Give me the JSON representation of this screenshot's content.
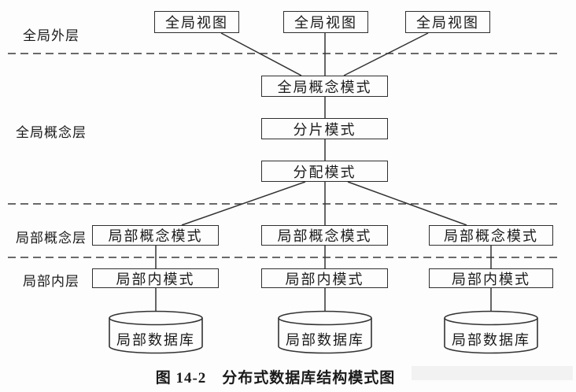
{
  "diagram": {
    "title_caption": "图 14-2　分布式数据库结构模式图",
    "layer_labels": [
      "全局外层",
      "全局概念层",
      "局部概念层",
      "局部内层"
    ],
    "global_views": [
      "全局视图",
      "全局视图",
      "全局视图"
    ],
    "global_schema_boxes": [
      "全局概念模式",
      "分片模式",
      "分配模式"
    ],
    "local_conceptual_boxes": [
      "局部概念模式",
      "局部概念模式",
      "局部概念模式"
    ],
    "local_internal_boxes": [
      "局部内模式",
      "局部内模式",
      "局部内模式"
    ],
    "local_databases": [
      "局部数据库",
      "局部数据库",
      "局部数据库"
    ],
    "colors": {
      "line": "#333333",
      "background": "#fdfdfd",
      "text": "#1a1a1a"
    }
  }
}
